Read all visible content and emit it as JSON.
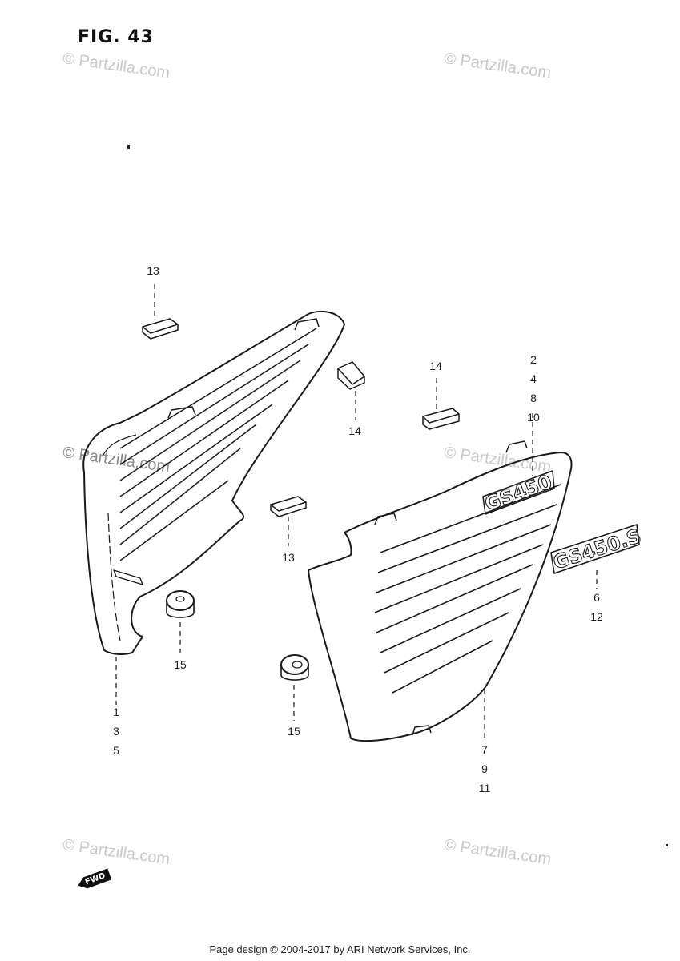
{
  "figure": {
    "title": "FIG. 43"
  },
  "watermarks": [
    "© Partzilla.com",
    "© Partzilla.com",
    "© Partzilla.com",
    "© Partzilla.com",
    "© Partzilla.com",
    "© Partzilla.com"
  ],
  "callouts": {
    "c13_top": "13",
    "c14_left": "14",
    "c14_right": "14",
    "c2": "2",
    "c4": "4",
    "c8": "8",
    "c10": "10",
    "c13_mid": "13",
    "c6": "6",
    "c12": "12",
    "c15_left": "15",
    "c15_right": "15",
    "c1": "1",
    "c3": "3",
    "c5": "5",
    "c7": "7",
    "c9": "9",
    "c11": "11"
  },
  "emblems": {
    "on_cover": "GS450",
    "separate": "GS450.S"
  },
  "direction_marker": "FWD",
  "footer": "Page design © 2004-2017 by ARI Network Services, Inc."
}
